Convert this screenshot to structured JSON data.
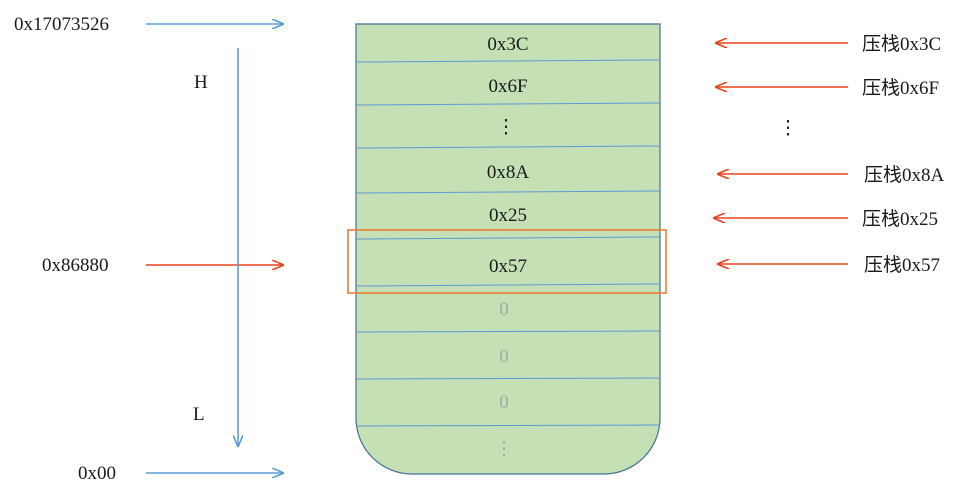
{
  "addresses": {
    "top": "0x17073526",
    "pointer": "0x86880",
    "bottom": "0x00"
  },
  "direction": {
    "high": "H",
    "low": "L"
  },
  "stack_cells": [
    {
      "value": "0x3C",
      "empty": false
    },
    {
      "value": "0x6F",
      "empty": false
    },
    {
      "value": "⋮",
      "empty": false
    },
    {
      "value": "0x8A",
      "empty": false
    },
    {
      "value": "0x25",
      "empty": false
    },
    {
      "value": "0x57",
      "empty": false,
      "highlighted": true
    },
    {
      "value": "0",
      "empty": true
    },
    {
      "value": "0",
      "empty": true
    },
    {
      "value": "0",
      "empty": true
    },
    {
      "value": "⋮",
      "empty": true
    }
  ],
  "push_labels": [
    {
      "text": "压栈0x3C",
      "row": 0
    },
    {
      "text": "压栈0x6F",
      "row": 1
    },
    {
      "text": "⋮",
      "row": 2
    },
    {
      "text": "压栈0x8A",
      "row": 3
    },
    {
      "text": "压栈0x25",
      "row": 4
    },
    {
      "text": "压栈0x57",
      "row": 5
    }
  ],
  "colors": {
    "stack_fill": "#c5e0b4",
    "stack_border": "#41719c",
    "divider": "#5b9bd5",
    "blue_arrow": "#5b9bd5",
    "red_arrow": "#e8431a",
    "highlight_box": "#ed7d31",
    "empty_text": "#a8a8a8"
  }
}
